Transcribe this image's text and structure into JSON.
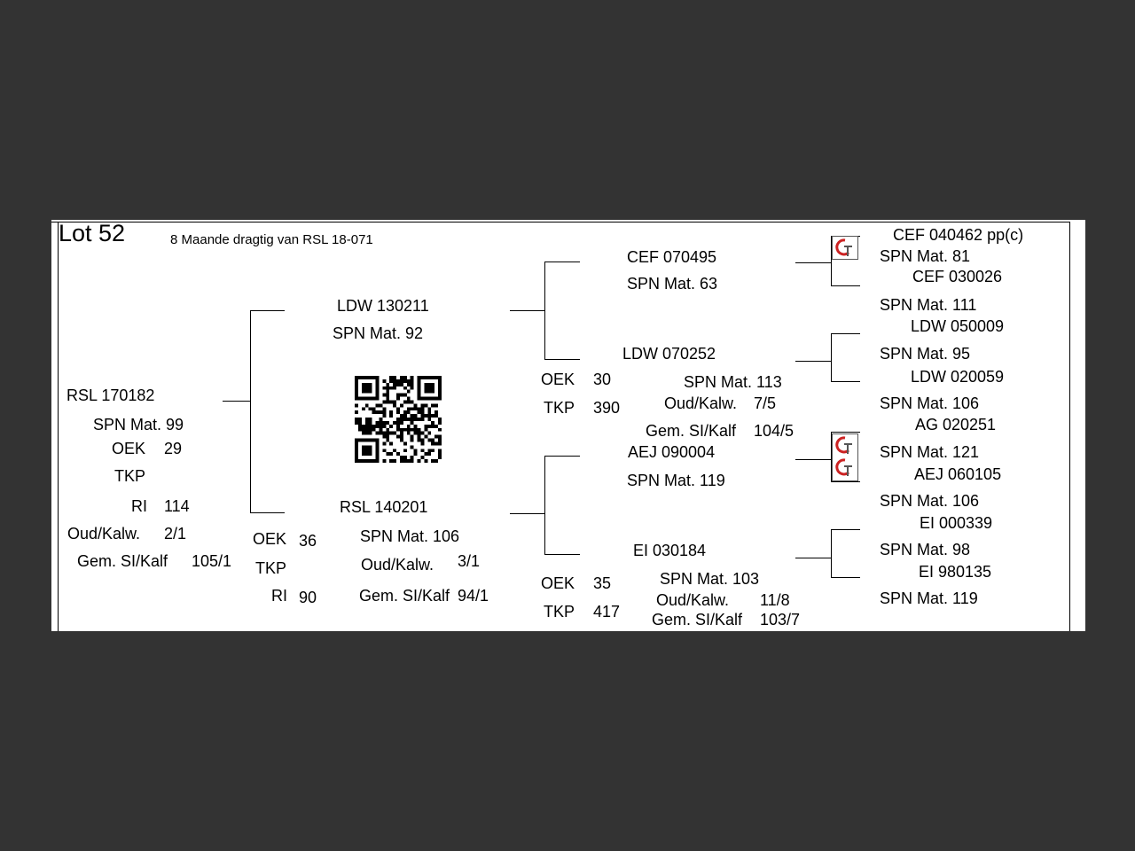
{
  "header": {
    "lot": "Lot 52",
    "note": "8 Maande dragtig van RSL 18-071"
  },
  "subject": {
    "id": "RSL 170182",
    "spn": "SPN Mat. 99",
    "oek_label": "OEK",
    "oek_value": "29",
    "tkp_label": "TKP",
    "ri_label": "RI",
    "ri_value": "114",
    "oud_label": "Oud/Kalw.",
    "oud_value": "2/1",
    "gem_label": "Gem. SI/Kalf",
    "gem_value": "105/1"
  },
  "sire": {
    "id": "LDW 130211",
    "spn": "SPN Mat. 92"
  },
  "dam": {
    "id": "RSL 140201",
    "spn": "SPN Mat. 106",
    "oek_label": "OEK",
    "oek_value": "36",
    "tkp_label": "TKP",
    "ri_label": "RI",
    "ri_value": "90",
    "oud_label": "Oud/Kalw.",
    "oud_value": "3/1",
    "gem_label": "Gem. SI/Kalf",
    "gem_value": "94/1"
  },
  "ss": {
    "id": "CEF 070495",
    "spn": "SPN Mat. 63"
  },
  "sd": {
    "id": "LDW 070252",
    "spn": "SPN Mat. 113",
    "oek_label": "OEK",
    "oek_value": "30",
    "tkp_label": "TKP",
    "tkp_value": "390",
    "oud_label": "Oud/Kalw.",
    "oud_value": "7/5",
    "gem_label": "Gem. SI/Kalf",
    "gem_value": "104/5"
  },
  "ds": {
    "id": "AEJ 090004",
    "spn": "SPN Mat. 119"
  },
  "dd": {
    "id": "EI  030184",
    "spn": "SPN Mat. 103",
    "oek_label": "OEK",
    "oek_value": "35",
    "tkp_label": "TKP",
    "tkp_value": "417",
    "oud_label": "Oud/Kalw.",
    "oud_value": "11/8",
    "gem_label": "Gem. SI/Kalf",
    "gem_value": "103/7"
  },
  "ggp": [
    {
      "id": "CEF 040462  pp(c)",
      "spn": "SPN Mat. 81"
    },
    {
      "id": "CEF 030026",
      "spn": "SPN Mat. 111"
    },
    {
      "id": "LDW 050009",
      "spn": "SPN Mat. 95"
    },
    {
      "id": "LDW 020059",
      "spn": "SPN Mat. 106"
    },
    {
      "id": "AG  020251",
      "spn": "SPN Mat. 121"
    },
    {
      "id": "AEJ 060105",
      "spn": "SPN Mat. 106"
    },
    {
      "id": "EI  000339",
      "spn": "SPN Mat. 98"
    },
    {
      "id": "EI  980135",
      "spn": "SPN Mat. 119"
    }
  ],
  "logo_colors": {
    "red": "#cc2222",
    "grey": "#555555"
  }
}
